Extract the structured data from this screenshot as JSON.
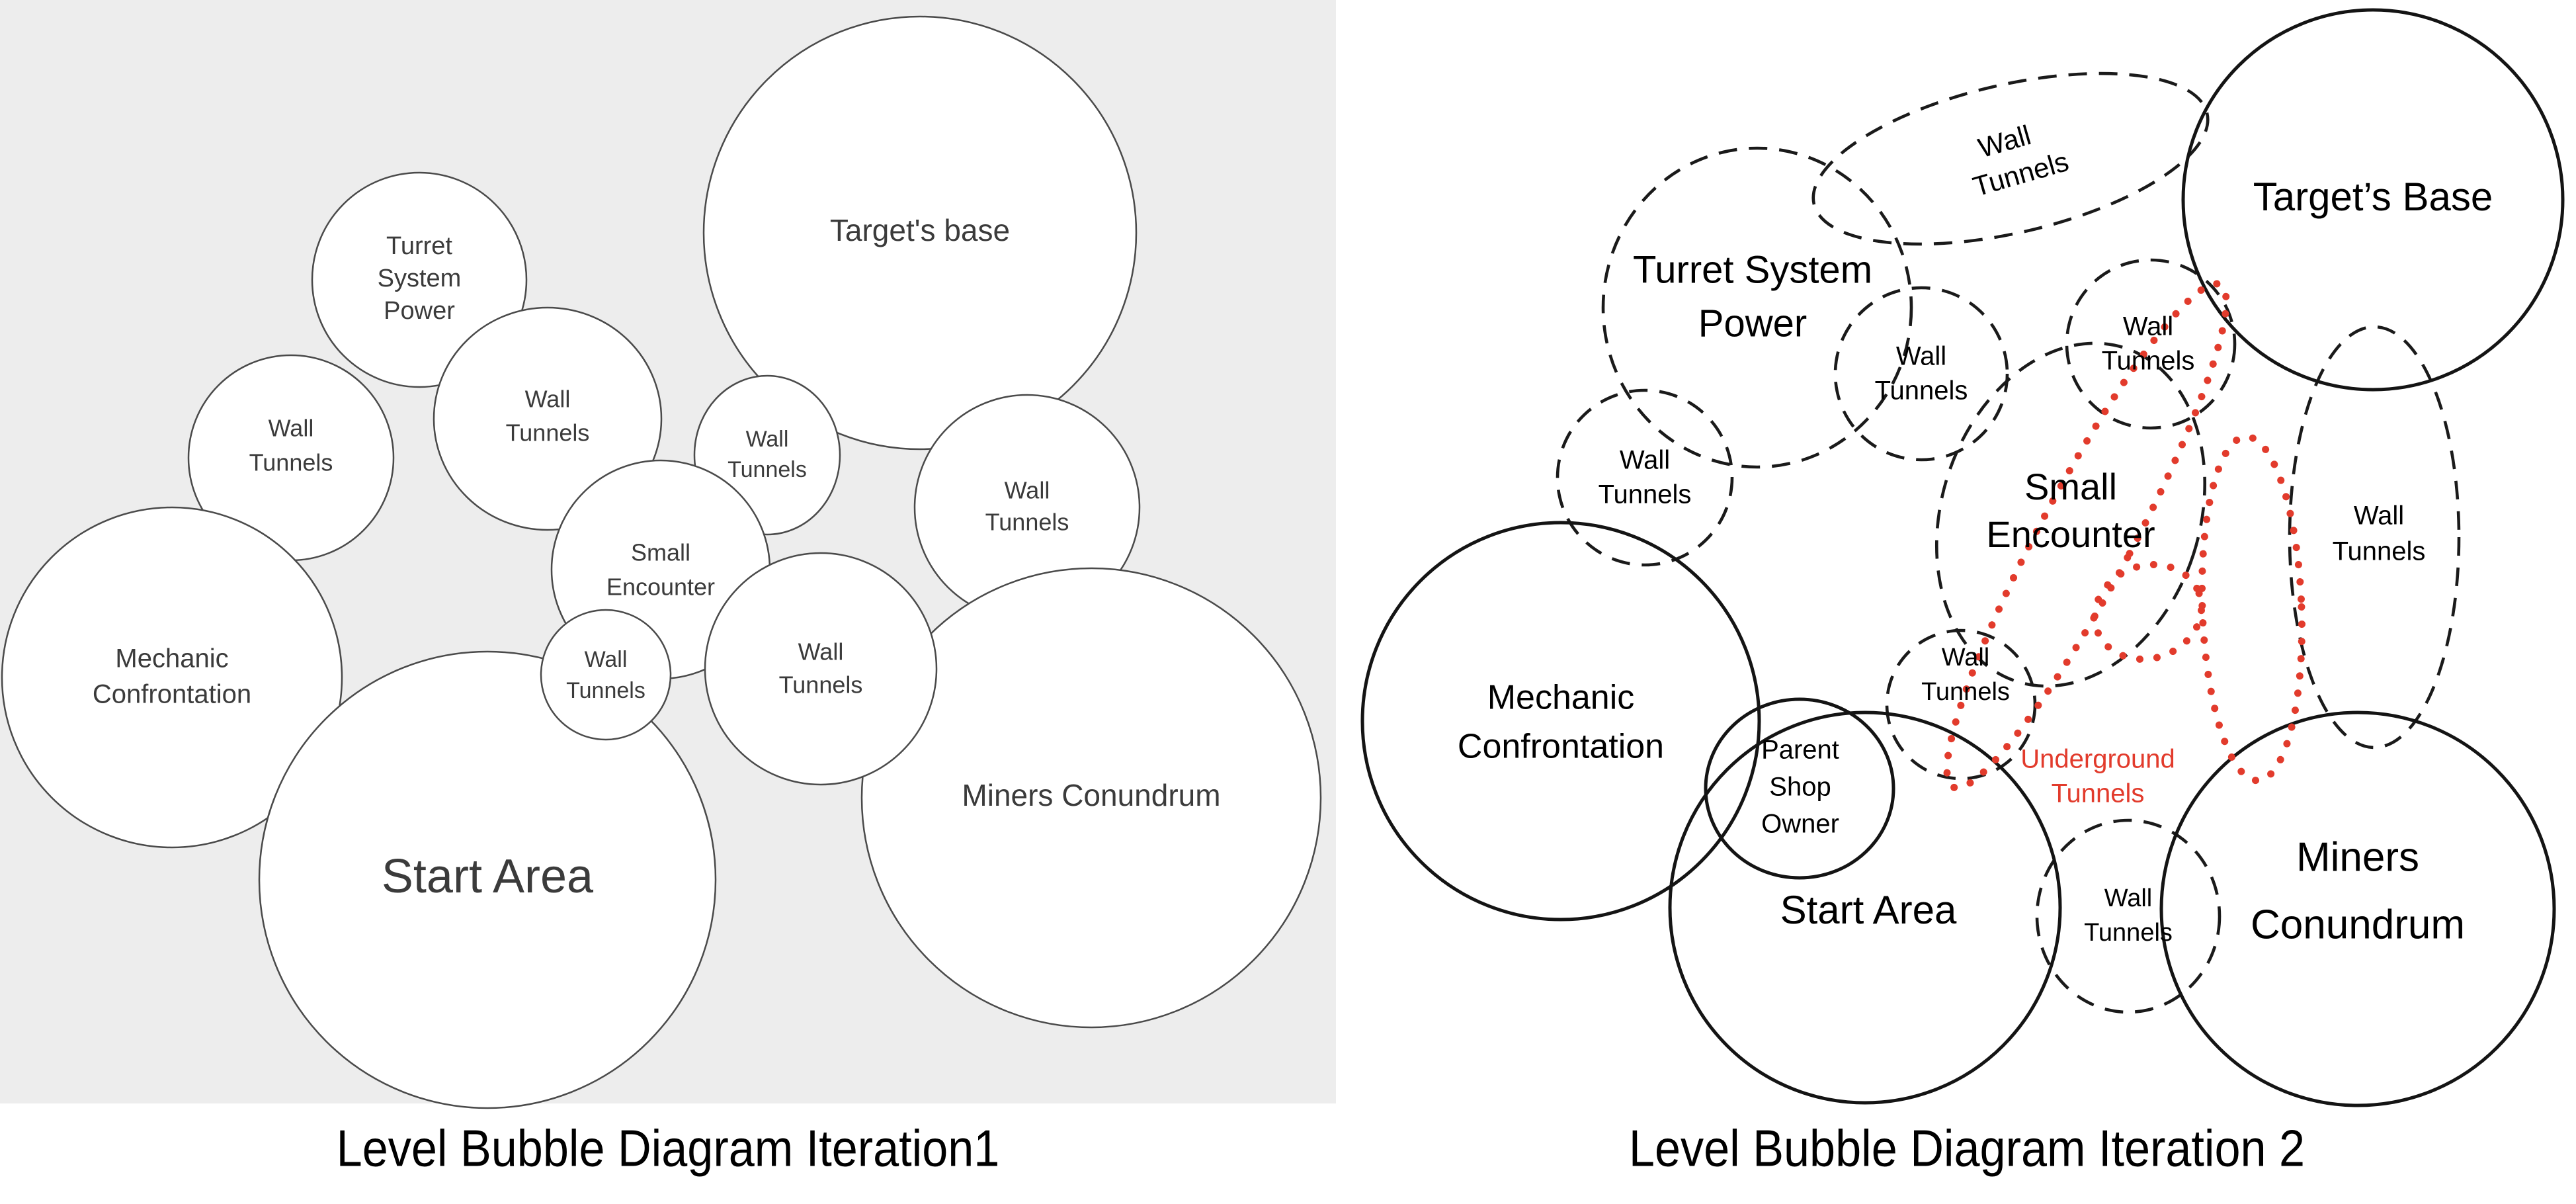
{
  "panels": [
    {
      "caption": "Level Bubble Diagram Iteration1",
      "background": "#ededed",
      "bubbles": [
        {
          "id": "target-base",
          "lines": [
            "Target's base"
          ]
        },
        {
          "id": "turret",
          "lines": [
            "Turret",
            "System",
            "Power"
          ]
        },
        {
          "id": "wall-mid",
          "lines": [
            "Wall",
            "Tunnels"
          ]
        },
        {
          "id": "wall-left",
          "lines": [
            "Wall",
            "Tunnels"
          ]
        },
        {
          "id": "wall-top-small",
          "lines": [
            "Wall",
            "Tunnels"
          ]
        },
        {
          "id": "wall-right",
          "lines": [
            "Wall",
            "Tunnels"
          ]
        },
        {
          "id": "small-encounter",
          "lines": [
            "Small",
            "Encounter"
          ]
        },
        {
          "id": "mechanic",
          "lines": [
            "Mechanic",
            "Confrontation"
          ]
        },
        {
          "id": "start-area",
          "lines": [
            "Start Area"
          ]
        },
        {
          "id": "miners",
          "lines": [
            "Miners Conundrum"
          ]
        },
        {
          "id": "wall-bottom-small",
          "lines": [
            "Wall",
            "Tunnels"
          ]
        },
        {
          "id": "wall-bottom-mid",
          "lines": [
            "Wall",
            "Tunnels"
          ]
        }
      ]
    },
    {
      "caption": "Level Bubble Diagram Iteration 2",
      "background": "#ffffff",
      "bubbles": [
        {
          "id": "wall-top-ellipse",
          "lines": [
            "Wall",
            "Tunnels"
          ]
        },
        {
          "id": "targets-base",
          "lines": [
            "Target’s Base"
          ]
        },
        {
          "id": "turret",
          "lines": [
            "Turret System",
            "Power"
          ]
        },
        {
          "id": "wall-center",
          "lines": [
            "Wall",
            "Tunnels"
          ]
        },
        {
          "id": "wall-top-right",
          "lines": [
            "Wall",
            "Tunnels"
          ]
        },
        {
          "id": "wall-left",
          "lines": [
            "Wall",
            "Tunnels"
          ]
        },
        {
          "id": "small-encounter",
          "lines": [
            "Small",
            "Encounter"
          ]
        },
        {
          "id": "wall-tall-right",
          "lines": [
            "Wall",
            "Tunnels"
          ]
        },
        {
          "id": "mechanic",
          "lines": [
            "Mechanic",
            "Confrontation"
          ]
        },
        {
          "id": "wall-small-mid",
          "lines": [
            "Wall",
            "Tunnels"
          ]
        },
        {
          "id": "parent-shop",
          "lines": [
            "Parent",
            "Shop",
            "Owner"
          ]
        },
        {
          "id": "start-area",
          "lines": [
            "Start Area"
          ]
        },
        {
          "id": "wall-bottom",
          "lines": [
            "Wall",
            "Tunnels"
          ]
        },
        {
          "id": "miners",
          "lines": [
            "Miners",
            "Conundrum"
          ]
        },
        {
          "id": "underground",
          "lines": [
            "Underground",
            "Tunnels"
          ]
        }
      ]
    }
  ],
  "colors": {
    "underground_red": "#e23b2c",
    "left_panel_bg": "#ededed",
    "stroke": "#1a1a1a",
    "left_text": "#3b3b3b"
  }
}
